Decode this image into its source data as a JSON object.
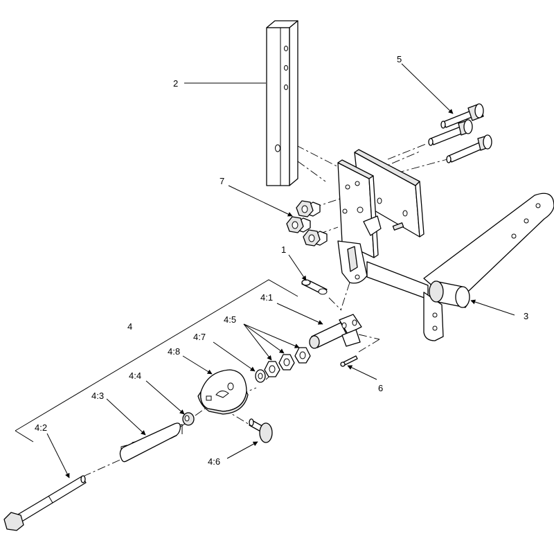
{
  "callouts": {
    "c1": "1",
    "c2": "2",
    "c3": "3",
    "c4": "4",
    "c4_1": "4:1",
    "c4_2": "4:2",
    "c4_3": "4:3",
    "c4_4": "4:4",
    "c4_5": "4:5",
    "c4_6": "4:6",
    "c4_7": "4:7",
    "c4_8": "4:8",
    "c5": "5",
    "c6": "6",
    "c7": "7"
  }
}
